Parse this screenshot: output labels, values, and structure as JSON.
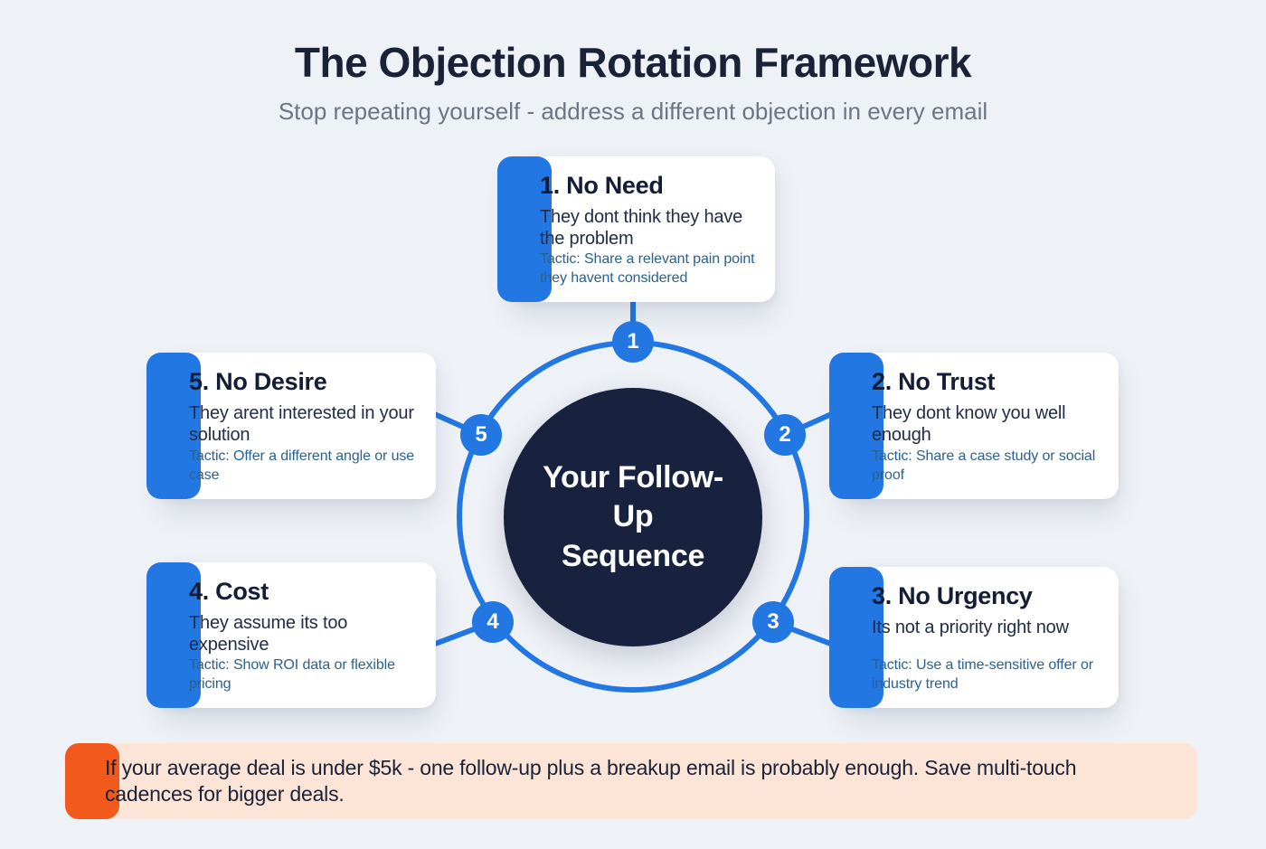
{
  "header": {
    "title": "The Objection Rotation Framework",
    "subtitle": "Stop repeating yourself - address a different objection in every email"
  },
  "center": {
    "label": "Your Follow-Up Sequence"
  },
  "cards": [
    {
      "number": "1",
      "title": "1. No Need",
      "body": "They dont think they have the problem",
      "tactic": "Tactic: Share a relevant pain point they havent considered"
    },
    {
      "number": "2",
      "title": "2. No Trust",
      "body": "They dont know you well enough",
      "tactic": "Tactic: Share a case study or social proof"
    },
    {
      "number": "3",
      "title": "3. No Urgency",
      "body": "Its not a priority right now",
      "tactic": "Tactic: Use a time-sensitive offer or industry trend"
    },
    {
      "number": "4",
      "title": "4. Cost",
      "body": "They assume its too expensive",
      "tactic": "Tactic: Show ROI data or flexible pricing"
    },
    {
      "number": "5",
      "title": "5. No Desire",
      "body": "They arent interested in your solution",
      "tactic": "Tactic: Offer a different angle or use case"
    }
  ],
  "callout": {
    "text": "If your average deal is under $5k - one follow-up plus a breakup email is probably enough. Save multi-touch cadences for bigger deals."
  },
  "colors": {
    "background": "#eef1f6",
    "accent_blue": "#2277e2",
    "title_navy": "#1a2238",
    "center_circle_navy": "#18223e",
    "tactic_blue": "#2a6190",
    "subtitle_gray": "#6d7585",
    "card_bg": "#ffffff",
    "callout_bg": "#fce4d6",
    "callout_accent_orange": "#f2591d"
  }
}
